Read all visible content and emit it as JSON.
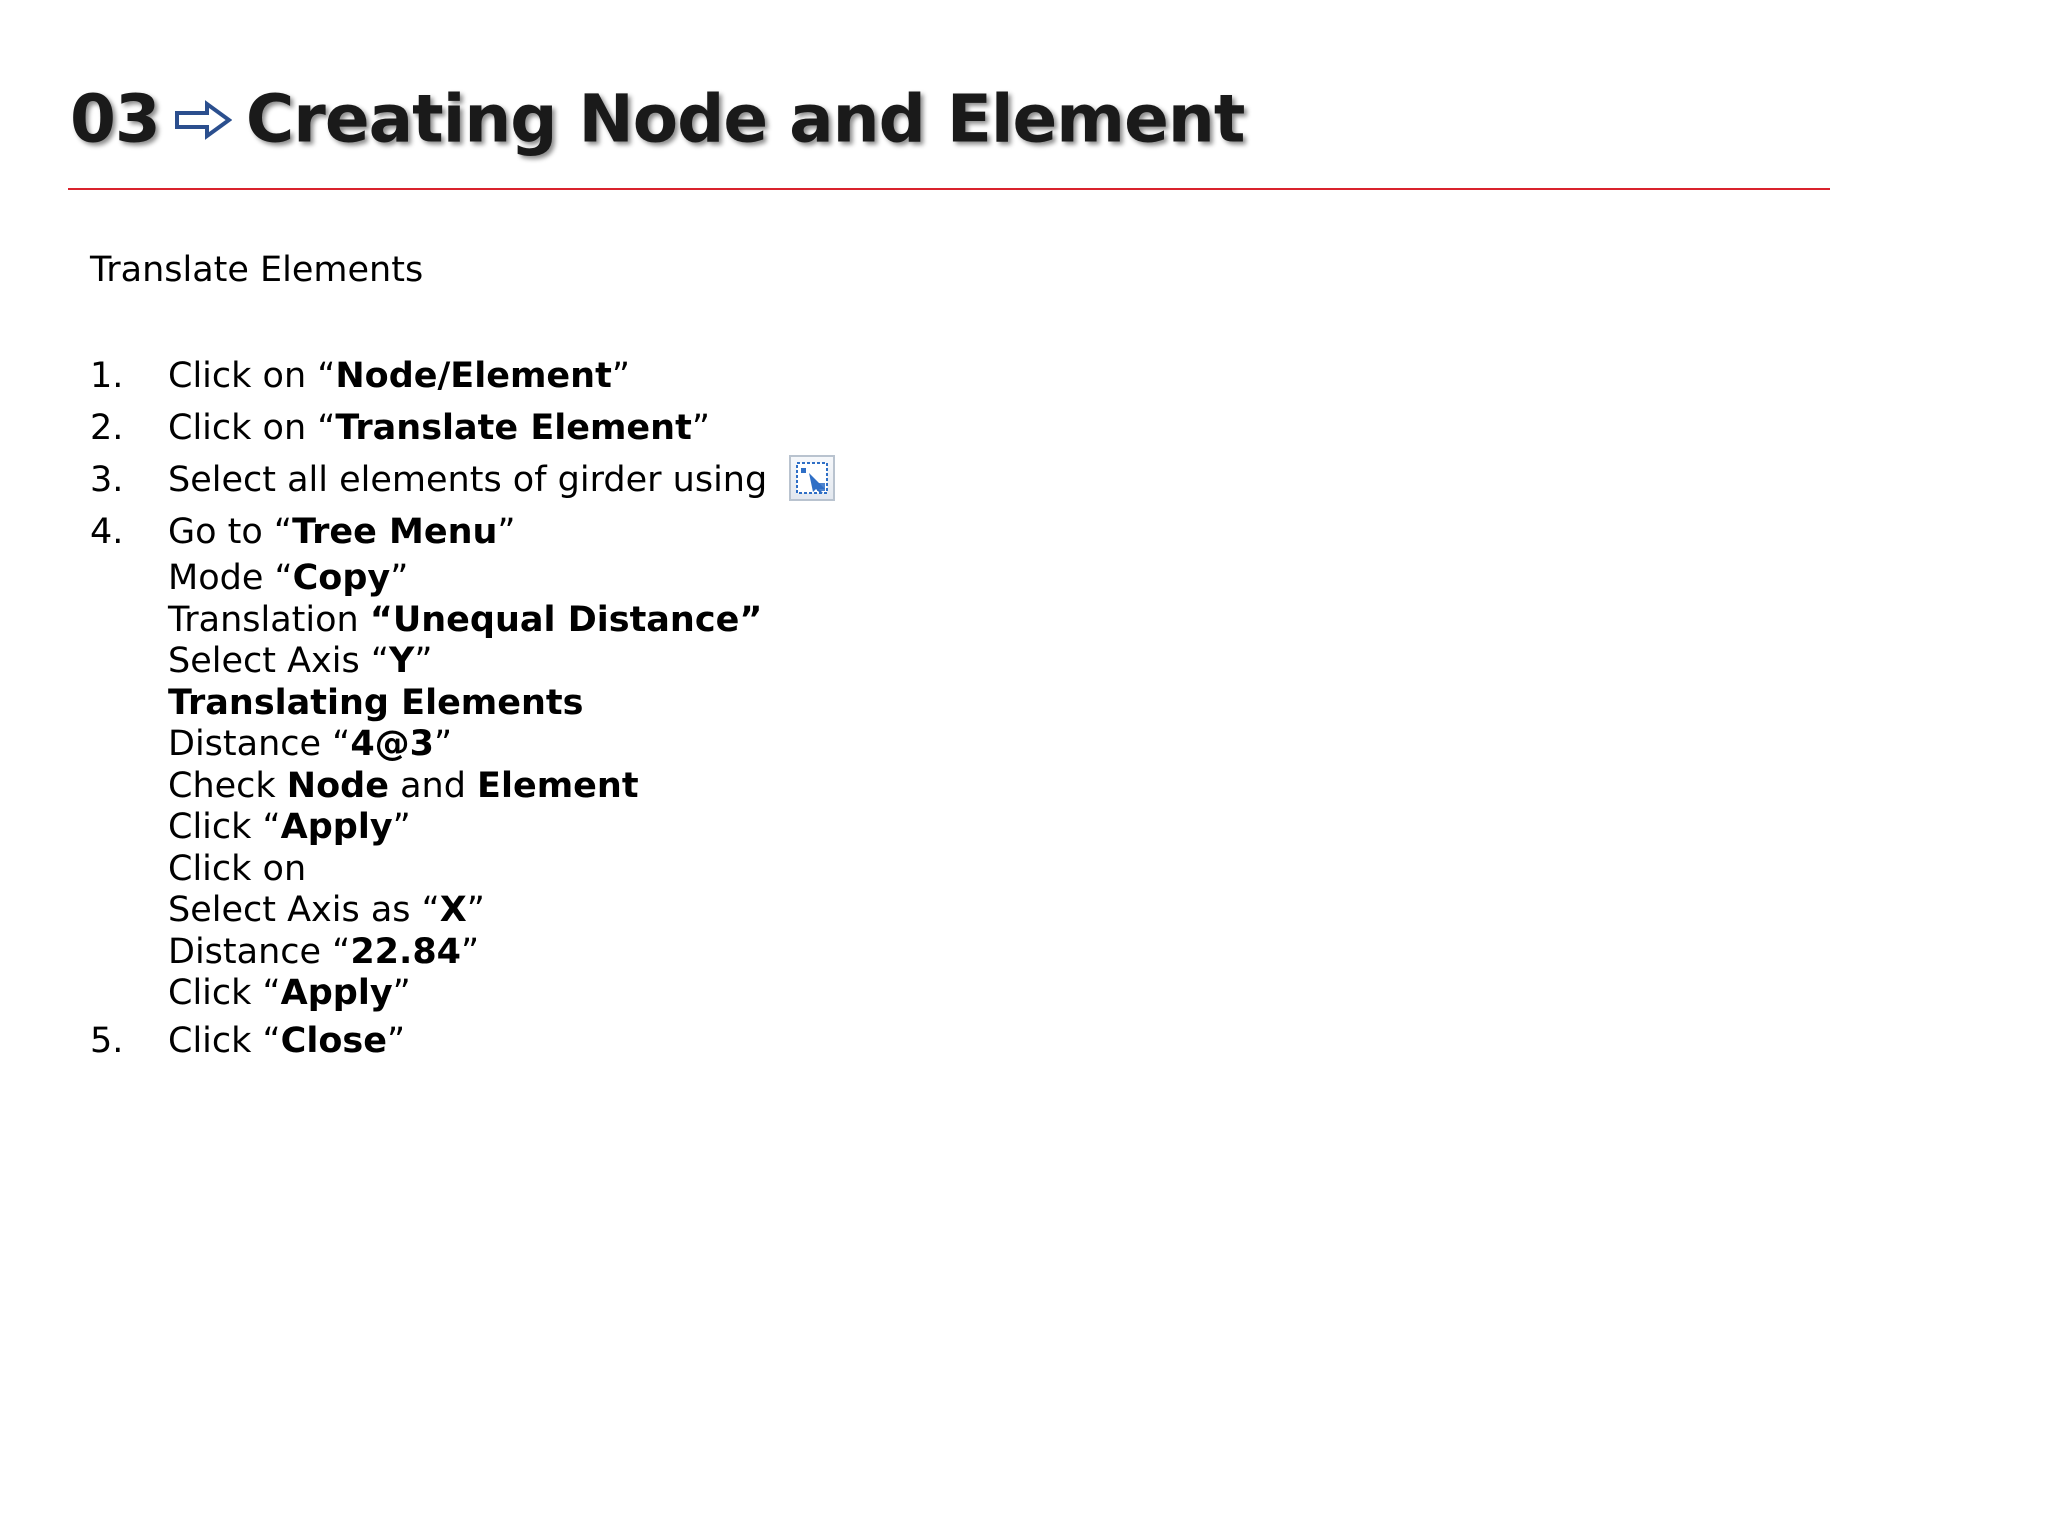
{
  "title": {
    "number": "03",
    "text": "Creating Node and Element",
    "arrow_icon": "right-arrow-icon"
  },
  "colors": {
    "rule": "#d9232d",
    "icon_blue": "#2f6fc6"
  },
  "subtitle": "Translate Elements",
  "steps": [
    {
      "num": "1.",
      "pre": "Click on “",
      "bold": "Node/Element",
      "post": "”"
    },
    {
      "num": "2.",
      "pre": "Click on “",
      "bold": "Translate Element",
      "post": "”"
    },
    {
      "num": "3.",
      "text": "Select all elements of girder using",
      "icon": "select-window-icon"
    },
    {
      "num": "4.",
      "pre": "Go to “",
      "bold": "Tree Menu",
      "post": "”"
    },
    {
      "num": "5.",
      "pre": "Click “",
      "bold": "Close",
      "post": "”"
    }
  ],
  "step4_lines": [
    {
      "pre": "Mode “",
      "bold": "Copy",
      "post": "”"
    },
    {
      "pre": "Translation ",
      "bold": "“Unequal Distance”",
      "post": ""
    },
    {
      "pre": "Select Axis “",
      "bold": "Y",
      "post": "”"
    },
    {
      "pre": "",
      "bold": "Translating Elements",
      "post": ""
    },
    {
      "pre": "Distance “",
      "bold": "4@3",
      "post": "”"
    },
    {
      "pre": "Check ",
      "bold": "Node",
      "mid": " and ",
      "bold2": "Element",
      "post": ""
    },
    {
      "pre": "Click “",
      "bold": "Apply",
      "post": "”"
    },
    {
      "pre": "Click on",
      "bold": "",
      "post": ""
    },
    {
      "pre": "Select Axis as “",
      "bold": "X",
      "post": "”"
    },
    {
      "pre": "Distance “",
      "bold": "22.84",
      "post": "”"
    },
    {
      "pre": "Click “",
      "bold": "Apply",
      "post": "”"
    }
  ]
}
